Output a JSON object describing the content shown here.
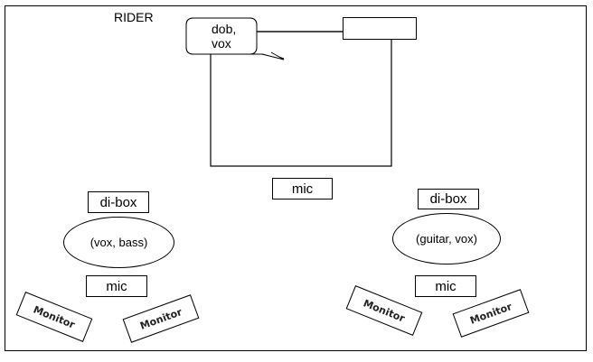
{
  "title": "RIDER",
  "drum_callout": {
    "line1": "dob,",
    "line2": "vox"
  },
  "center_mic": "mic",
  "left_station": {
    "dibox": "di-box",
    "performer": "(vox, bass)",
    "mic": "mic",
    "monitor_a": "Monitor",
    "monitor_b": "Monitor"
  },
  "right_station": {
    "dibox": "di-box",
    "performer": "(guitar, vox)",
    "mic": "mic",
    "monitor_a": "Monitor",
    "monitor_b": "Monitor"
  }
}
